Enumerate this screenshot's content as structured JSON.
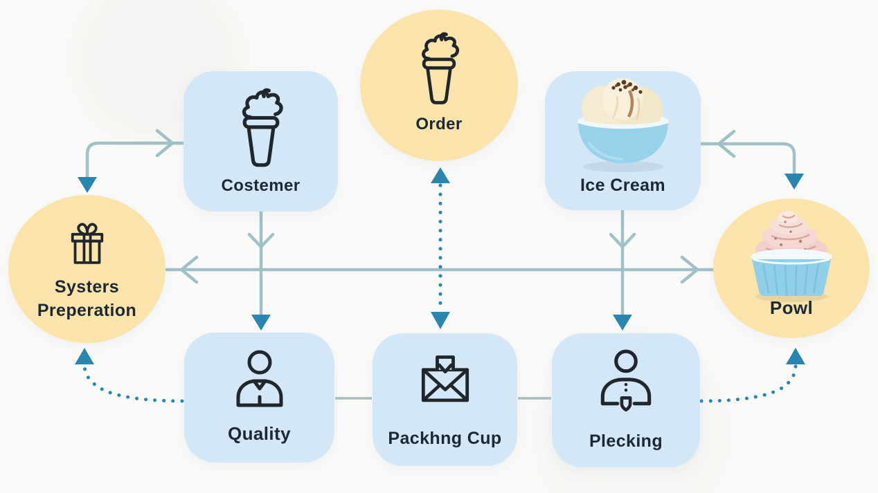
{
  "diagram_title": "",
  "colors": {
    "background": "#fafaf8",
    "node_box_fill": "#d3e7f6",
    "node_circle_fill": "#fae4ab",
    "connector_teal": "#9fc0c6",
    "connector_gray": "#a9bcc1",
    "arrow_blue": "#2886b0",
    "icon_stroke": "#20262b",
    "label_text": "#1c2833"
  },
  "nodes": {
    "costemer": {
      "label": "Costemer",
      "shape": "rounded-square",
      "icon": "soft-serve-cup-icon"
    },
    "order": {
      "label": "Order",
      "shape": "circle",
      "icon": "soft-serve-cup-icon"
    },
    "ice_cream": {
      "label": "Ice Cream",
      "shape": "rounded-square",
      "icon": "ice-cream-bowl-photo"
    },
    "systers_preperation": {
      "label_line1": "Systers",
      "label_line2": "Preperation",
      "shape": "circle",
      "icon": "gift-icon"
    },
    "powl": {
      "label": "Powl",
      "shape": "circle",
      "icon": "pink-ice-cream-cup-photo"
    },
    "quality": {
      "label": "Quality",
      "shape": "rounded-square",
      "icon": "person-icon"
    },
    "packhng_cup": {
      "label": "Packhng Cup",
      "shape": "rounded-square",
      "icon": "envelope-insert-icon"
    },
    "plecking": {
      "label": "Plecking",
      "shape": "rounded-square",
      "icon": "person-badge-icon"
    }
  },
  "edges": [
    {
      "from": "systers_preperation",
      "to": "costemer",
      "line": "solid-elbow",
      "arrowheads": [
        "chevron-into-costemer",
        "solid-triangle-into-systers-preperation"
      ]
    },
    {
      "from": "powl",
      "to": "ice_cream",
      "line": "solid-elbow",
      "arrowheads": [
        "chevron-into-ice-cream",
        "solid-triangle-into-powl"
      ]
    },
    {
      "from": "costemer",
      "to": "quality",
      "line": "solid-vertical",
      "arrowheads": [
        "chevron-mid",
        "solid-triangle-into-quality"
      ]
    },
    {
      "from": "ice_cream",
      "to": "plecking",
      "line": "solid-vertical",
      "arrowheads": [
        "chevron-mid",
        "solid-triangle-into-plecking"
      ]
    },
    {
      "from": "order",
      "to": "packhng_cup",
      "line": "dotted-vertical",
      "arrowheads": [
        "solid-triangle-into-order",
        "solid-triangle-into-packhng-cup"
      ]
    },
    {
      "from": "powl",
      "to": "systers_preperation",
      "line": "solid-horizontal",
      "arrowheads": [
        "chevron-into-systers-preperation",
        "chevron-into-powl"
      ]
    },
    {
      "from": "quality",
      "to": "packhng_cup",
      "line": "plain"
    },
    {
      "from": "packhng_cup",
      "to": "plecking",
      "line": "plain"
    },
    {
      "from": "quality",
      "to": "systers_preperation",
      "line": "dotted-curve",
      "arrowheads": [
        "solid-triangle-into-systers-preperation"
      ]
    },
    {
      "from": "plecking",
      "to": "powl",
      "line": "dotted-curve",
      "arrowheads": [
        "solid-triangle-into-powl"
      ]
    }
  ]
}
